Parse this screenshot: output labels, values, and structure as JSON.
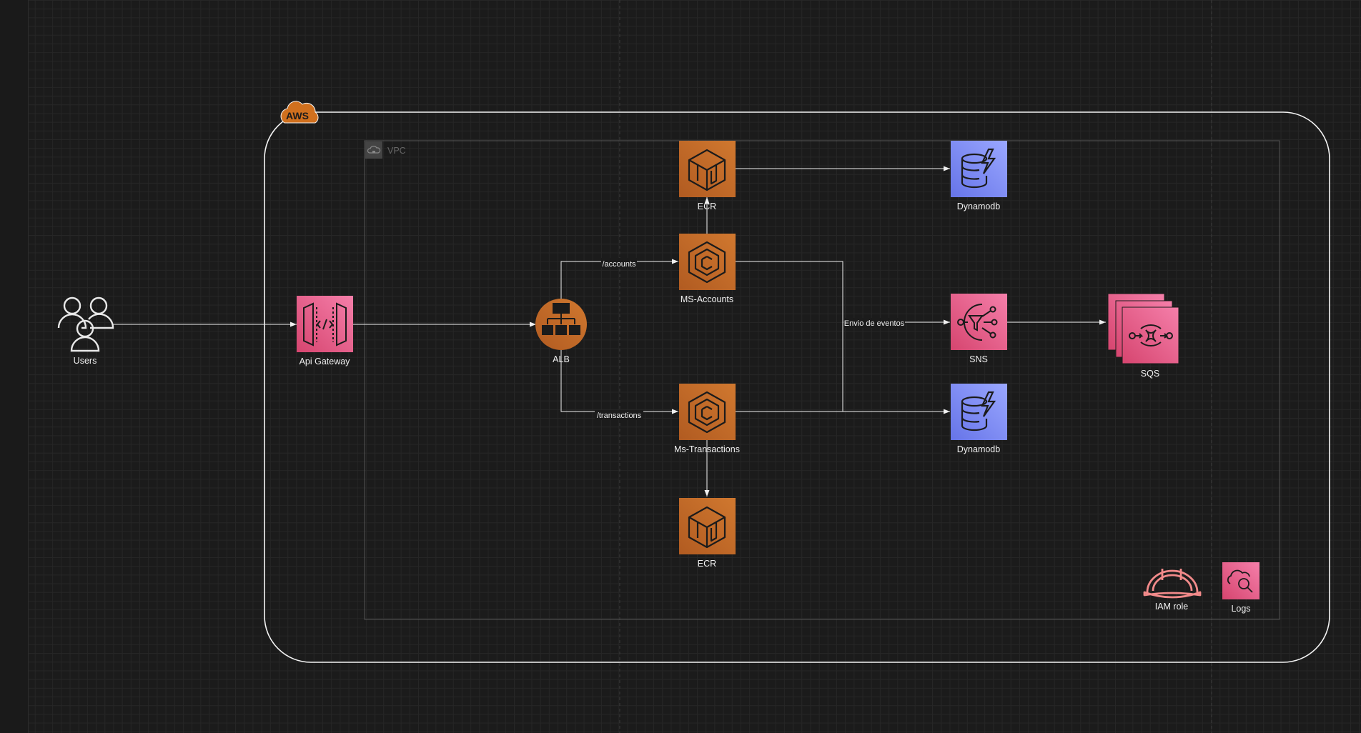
{
  "diagram": {
    "aws_badge": "AWS",
    "vpc_label": "VPC",
    "nodes": {
      "users": "Users",
      "api_gateway": "Api Gateway",
      "alb": "ALB",
      "ecr_top": "ECR",
      "ms_accounts": "MS-Accounts",
      "ms_transactions": "Ms-Transactions",
      "ecr_bottom": "ECR",
      "dynamodb_top": "Dynamodb",
      "sns": "SNS",
      "sqs": "SQS",
      "dynamodb_bottom": "Dynamodb",
      "iam_role": "IAM role",
      "logs": "Logs"
    },
    "edges": {
      "accounts": "/accounts",
      "transactions": "/transactions",
      "events": "Envio de eventos"
    }
  },
  "colors": {
    "orange_top": "#d0782f",
    "orange_bottom": "#b15b21",
    "pink_top": "#f57faa",
    "pink_bottom": "#d6456f",
    "blue_top": "#9aa7ff",
    "blue_bottom": "#6674e8",
    "background": "#1b1b1b"
  },
  "icons": [
    "users-icon",
    "api-gateway-icon",
    "alb-icon",
    "ecr-icon",
    "ecs-icon",
    "dynamodb-icon",
    "sns-icon",
    "sqs-icon",
    "iam-role-icon",
    "cloudwatch-logs-icon",
    "aws-cloud-icon",
    "vpc-icon"
  ]
}
